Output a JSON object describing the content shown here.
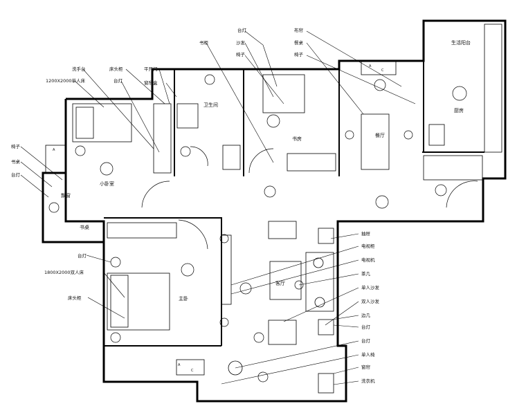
{
  "plan": {
    "labels_top": [
      "台灯",
      "沙发",
      "椅子",
      "书柜",
      "布帘",
      "餐桌",
      "椅子",
      "洗手台",
      "床头柜",
      "平开门",
      "台灯",
      "窗帘盒",
      "1200X2000单人床"
    ],
    "labels_left": [
      "椅子",
      "书桌",
      "台灯"
    ],
    "labels_bedroom": [
      "台灯",
      "1800X2000双人床",
      "床头柜"
    ],
    "labels_right": [
      "抽屉",
      "电视柜",
      "电视机",
      "茶几",
      "单人沙发",
      "双人沙发",
      "边几",
      "台灯",
      "台灯",
      "单人椅",
      "窗帘",
      "洗衣机"
    ],
    "rooms": {
      "balcony_top": "生活阳台",
      "kitchen": "厨房",
      "dining": "餐厅",
      "study": "书房",
      "bath": "卫生间",
      "small_bedroom": "小卧室",
      "living": "客厅",
      "master": "主卧",
      "bay": "飘窗",
      "desk_area": "书桌"
    },
    "marks": {
      "a": "A",
      "c": "C"
    }
  }
}
